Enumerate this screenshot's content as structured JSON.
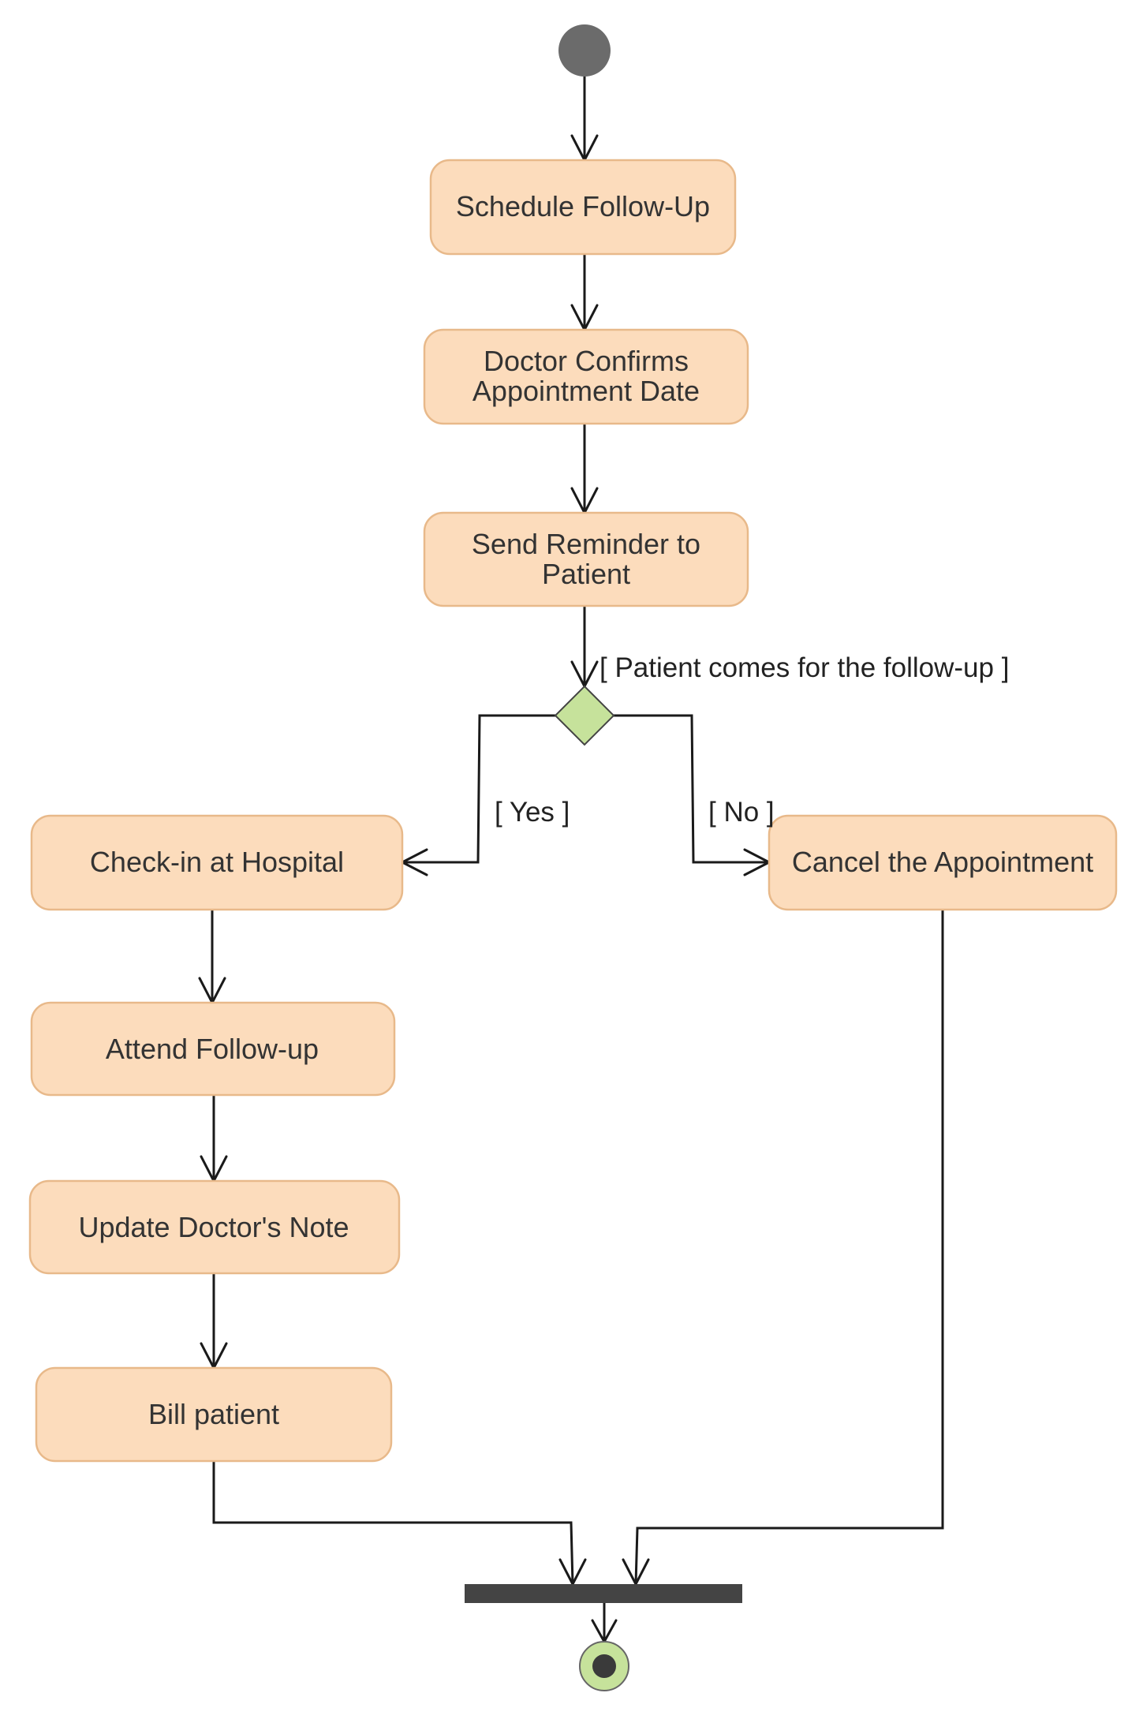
{
  "colors": {
    "action_fill": "#fcdcbc",
    "action_stroke": "#e8b98a",
    "decision_fill": "#c6e29b",
    "decision_stroke": "#444444",
    "start_node": "#6b6b6b",
    "end_outer": "#c6e29b",
    "end_inner": "#3a3a3a",
    "fork_bar": "#444444",
    "edge": "#1a1a1a"
  },
  "nodes": {
    "schedule": {
      "lines": [
        "Schedule Follow-Up"
      ]
    },
    "confirm": {
      "lines": [
        "Doctor Confirms",
        "Appointment Date"
      ]
    },
    "reminder": {
      "lines": [
        "Send Reminder to",
        "Patient"
      ]
    },
    "checkin": {
      "lines": [
        "Check-in at Hospital"
      ]
    },
    "attend": {
      "lines": [
        "Attend Follow-up"
      ]
    },
    "update": {
      "lines": [
        "Update Doctor's Note"
      ]
    },
    "bill": {
      "lines": [
        "Bill patient"
      ]
    },
    "cancel": {
      "lines": [
        "Cancel the Appointment"
      ]
    }
  },
  "guards": {
    "decision": "[ Patient comes for the follow-up ]",
    "yes": "[ Yes ]",
    "no": "[ No ]"
  }
}
